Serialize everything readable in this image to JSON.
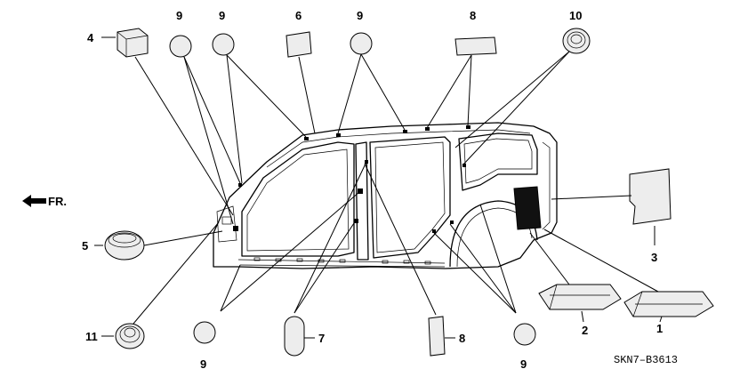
{
  "direction_label": "FR.",
  "diagram_code": "SKN7–B3613",
  "callouts": {
    "c1": "1",
    "c2": "2",
    "c3": "3",
    "c4": "4",
    "c5": "5",
    "c6": "6",
    "c7": "7",
    "c8_top": "8",
    "c8_bottom": "8",
    "c9_a": "9",
    "c9_b": "9",
    "c9_c": "9",
    "c9_d": "9",
    "c9_e": "9",
    "c10": "10",
    "c11": "11"
  },
  "icons": [
    "front-direction-arrow-icon"
  ]
}
